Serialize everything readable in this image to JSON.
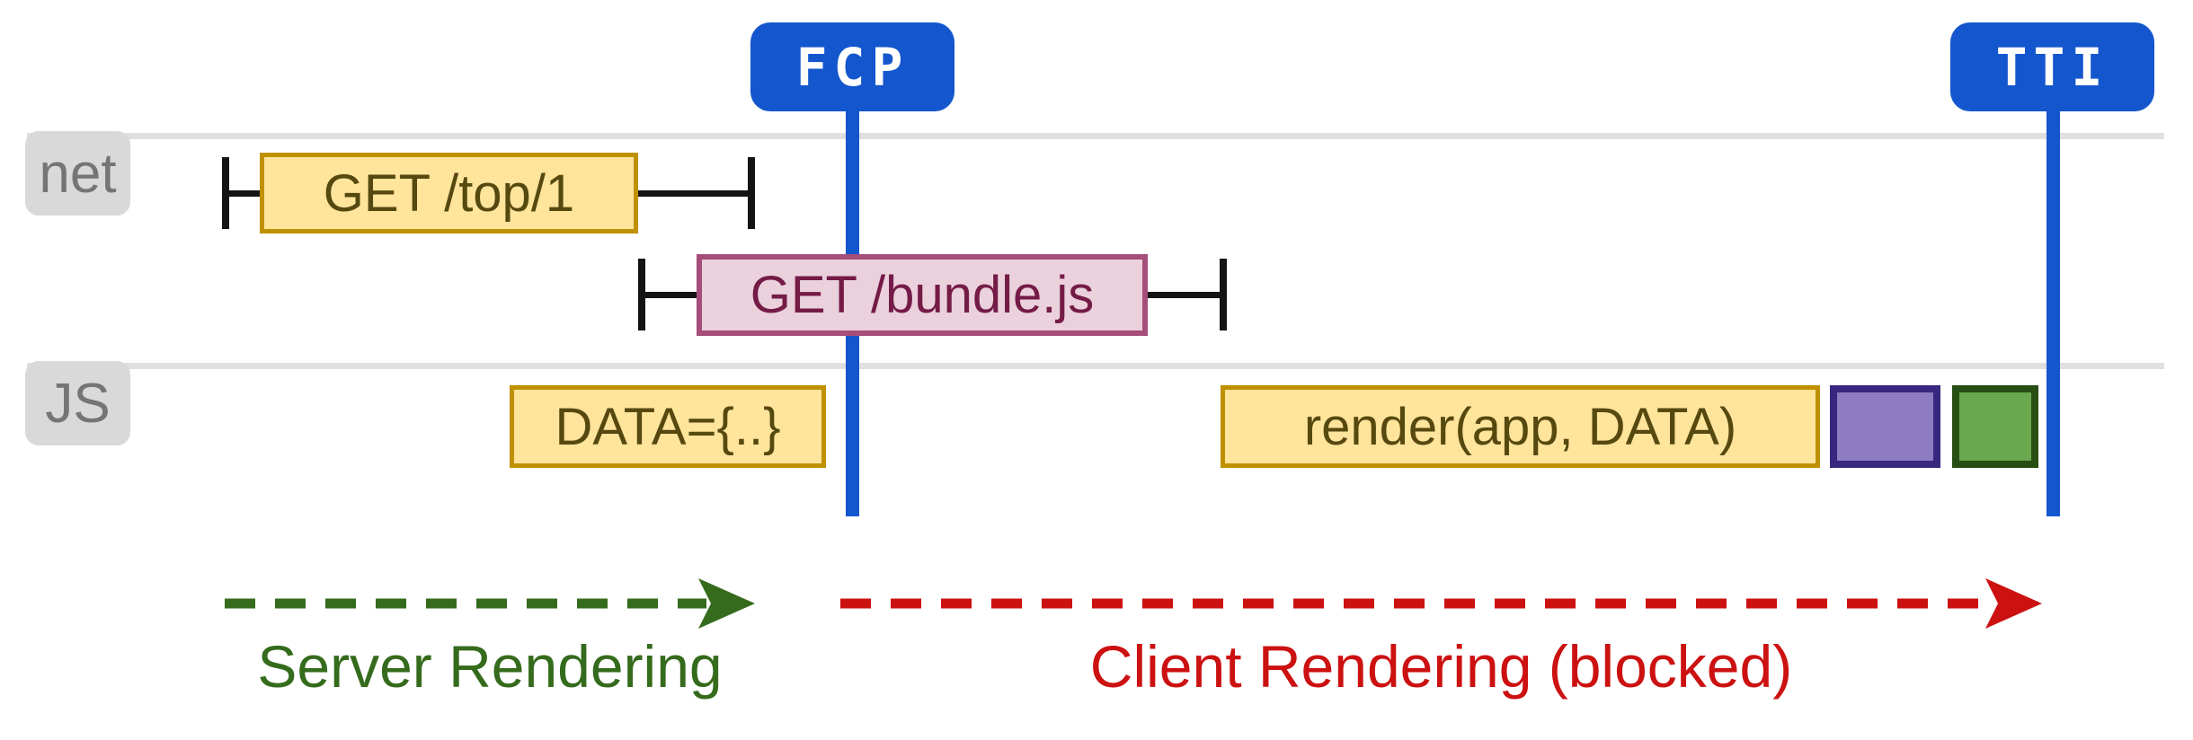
{
  "markers": {
    "fcp": "FCP",
    "tti": "TTI"
  },
  "rows": {
    "net_label": "net",
    "js_label": "JS"
  },
  "net_tasks": {
    "top_request": "GET /top/1",
    "bundle_request": "GET /bundle.js"
  },
  "js_tasks": {
    "data_assign": "DATA={..}",
    "render_call": "render(app, DATA)"
  },
  "phases": {
    "server": "Server Rendering",
    "client": "Client Rendering (blocked)"
  },
  "colors": {
    "marker_blue": "#1456cd",
    "rowline_gray": "#e0e0e0",
    "label_bg": "#d9d9d9",
    "label_text": "#757575",
    "whisker_ink": "#141414",
    "yellow_fill": "#ffe49c",
    "yellow_border": "#bf9000",
    "yellow_text": "#56490f",
    "pink_fill": "#ead1dc",
    "pink_border": "#a64d79",
    "pink_text": "#741b47",
    "purple_fill": "#8e7cc3",
    "purple_border": "#38277f",
    "green_fill": "#6aa84f",
    "green_border": "#274e13",
    "server_green": "#356b1c",
    "client_red": "#cc1111"
  }
}
